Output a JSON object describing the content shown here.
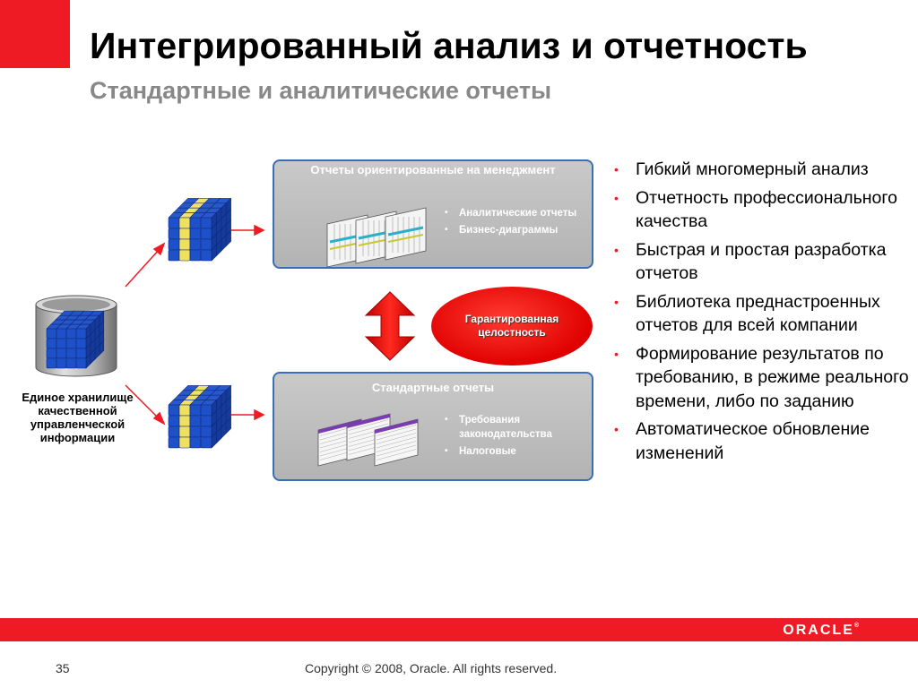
{
  "header": {
    "title": "Интегрированный анализ и отчетность",
    "subtitle": "Стандартные и аналитические отчеты"
  },
  "diagram": {
    "warehouse_label": "Единое хранилище качественной управленческой информации",
    "top_panel": {
      "title": "Отчеты ориентированные на менеджмент",
      "items": [
        "Аналитические отчеты",
        "Бизнес-диаграммы"
      ]
    },
    "bottom_panel": {
      "title": "Стандартные отчеты",
      "items": [
        "Требования законодательства",
        "Налоговые"
      ]
    },
    "integrity_label": "Гарантированная целостность"
  },
  "bullets": [
    "Гибкий многомерный анализ",
    "Отчетность профессионального качества",
    "Быстрая и простая разработка отчетов",
    "Библиотека преднастроенных отчетов для всей компании",
    "Формирование результатов по требованию, в режиме реального времени, либо по заданию",
    "Автоматическое обновление изменений"
  ],
  "footer": {
    "brand": "ORACLE",
    "page_number": "35",
    "copyright": "Copyright © 2008, Oracle.  All rights reserved."
  },
  "colors": {
    "accent_red": "#ee1b24",
    "panel_border": "#3a6fb5",
    "cube_blue": "#1e50c8",
    "cube_yellow": "#f0e060"
  },
  "icons": [
    "database-cylinder-icon",
    "olap-cube-icon",
    "report-chart-icon",
    "report-table-icon",
    "double-arrow-icon"
  ]
}
